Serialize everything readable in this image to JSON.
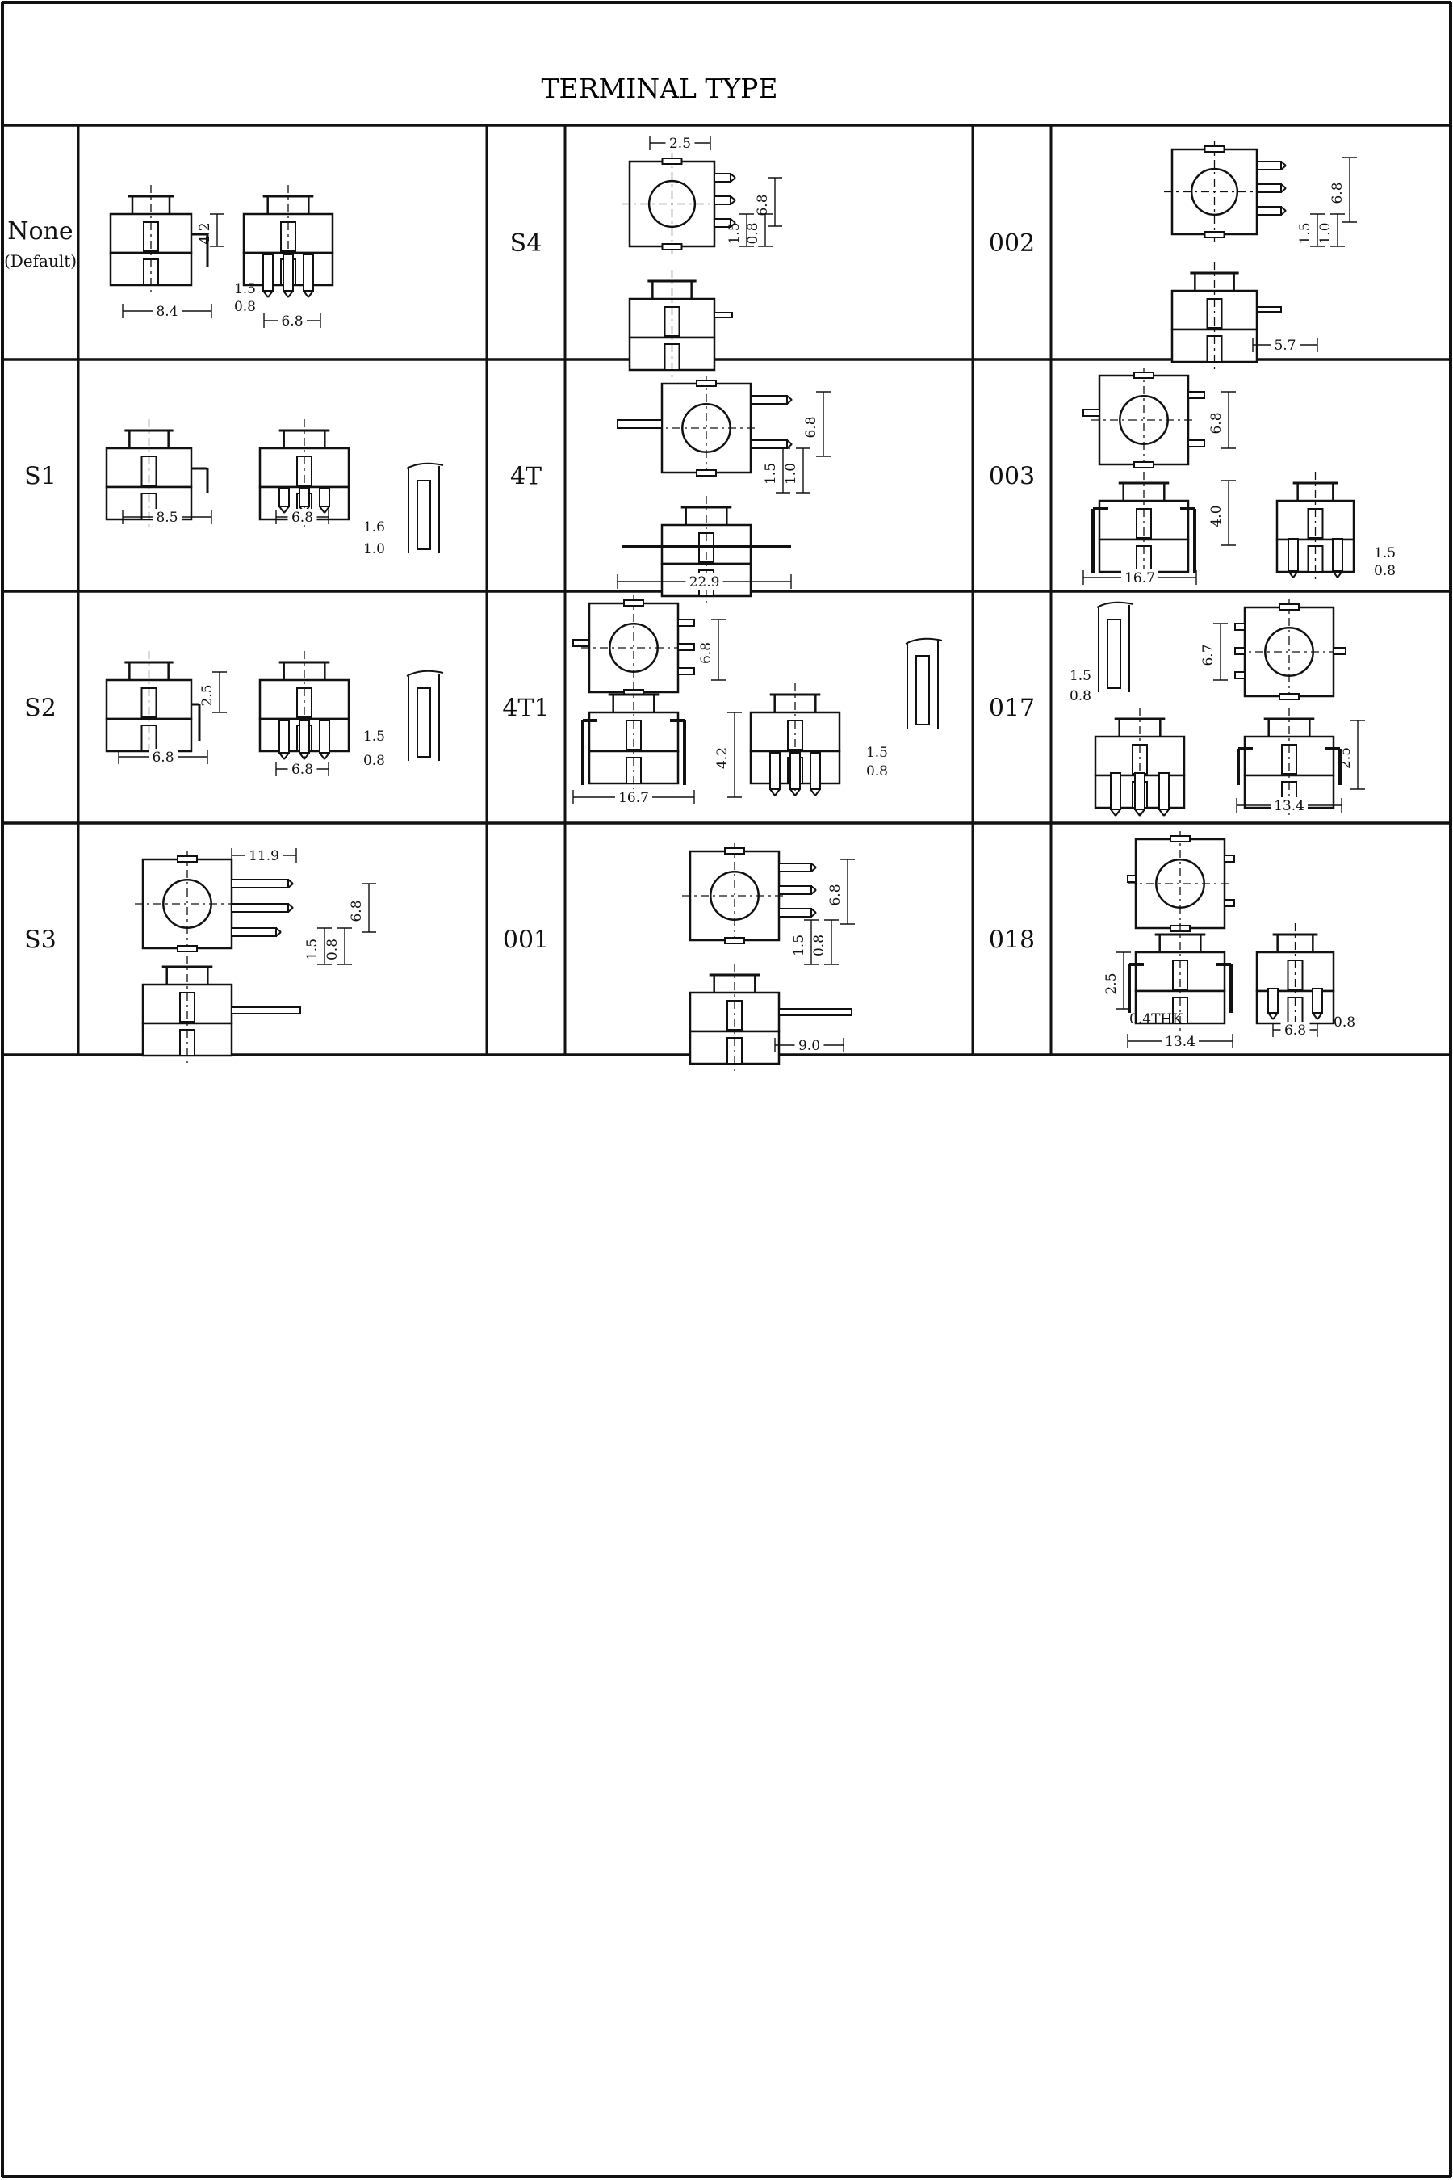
{
  "title": "TERMINAL TYPE",
  "rows": [
    [
      {
        "code": "None",
        "sub": "(Default)",
        "kind": "none",
        "dims": {
          "a": "4.2",
          "b": "8.4",
          "c": "1.5",
          "d": "0.8",
          "e": "6.8"
        }
      },
      {
        "code": "S4",
        "kind": "s4",
        "dims": {
          "a": "2.5",
          "b": "6.8",
          "c": "1.5",
          "d": "0.8"
        }
      },
      {
        "code": "002",
        "kind": "k002",
        "dims": {
          "a": "6.8",
          "b": "1.5",
          "c": "1.0",
          "d": "5.7"
        }
      }
    ],
    [
      {
        "code": "S1",
        "kind": "s1",
        "dims": {
          "a": "8.5",
          "b": "6.8",
          "c": "1.6",
          "d": "1.0"
        }
      },
      {
        "code": "4T",
        "kind": "k4t",
        "dims": {
          "a": "6.8",
          "b": "1.5",
          "c": "1.0",
          "d": "22.9"
        }
      },
      {
        "code": "003",
        "kind": "k003",
        "dims": {
          "a": "6.8",
          "b": "4.0",
          "c": "16.7",
          "d": "1.5",
          "e": "0.8"
        }
      }
    ],
    [
      {
        "code": "S2",
        "kind": "s2",
        "dims": {
          "a": "2.5",
          "b": "6.8",
          "c": "6.8",
          "d": "1.5",
          "e": "0.8"
        }
      },
      {
        "code": "4T1",
        "kind": "k4t1",
        "dims": {
          "a": "6.8",
          "b": "4.2",
          "c": "16.7",
          "d": "1.5",
          "e": "0.8"
        }
      },
      {
        "code": "017",
        "kind": "k017",
        "dims": {
          "a": "1.5",
          "b": "0.8",
          "c": "6.7",
          "d": "2.5",
          "e": "13.4"
        }
      }
    ],
    [
      {
        "code": "S3",
        "kind": "s3",
        "dims": {
          "a": "11.9",
          "b": "6.8",
          "c": "1.5",
          "d": "0.8"
        }
      },
      {
        "code": "001",
        "kind": "k001",
        "dims": {
          "a": "6.8",
          "b": "1.5",
          "c": "0.8",
          "d": "9.0"
        }
      },
      {
        "code": "018",
        "kind": "k018",
        "dims": {
          "a": "2.5",
          "b": "0.4THK",
          "c": "13.4",
          "d": "6.8",
          "e": "0.8"
        }
      }
    ]
  ]
}
